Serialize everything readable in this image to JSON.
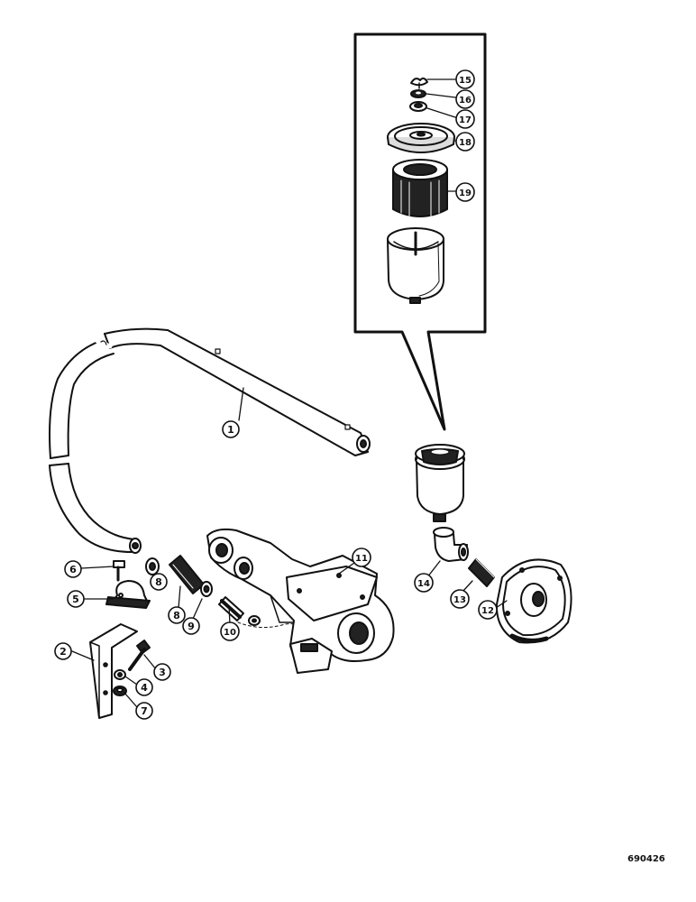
{
  "callouts": [
    "1",
    "2",
    "3",
    "4",
    "5",
    "6",
    "7",
    "8",
    "9",
    "10",
    "11",
    "12",
    "13",
    "14",
    "15",
    "16",
    "17",
    "18",
    "19"
  ],
  "reference_number": "690426"
}
